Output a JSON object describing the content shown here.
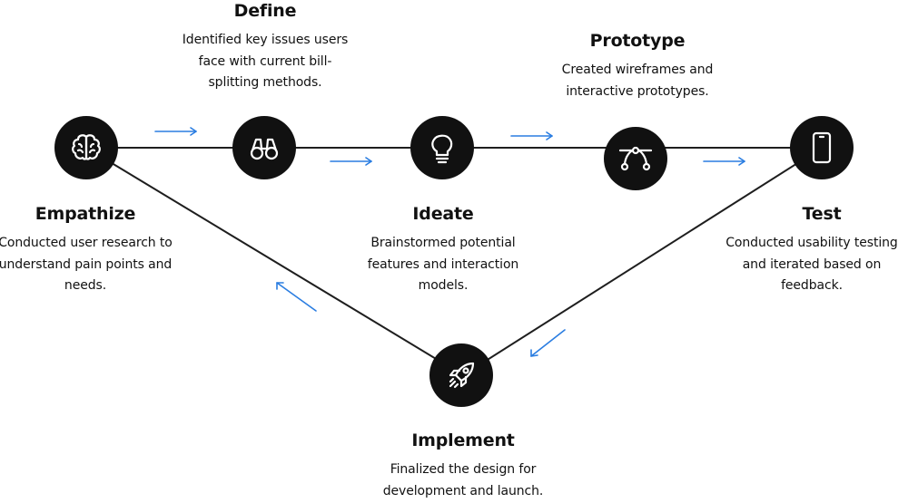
{
  "colors": {
    "node_fill": "#111111",
    "line": "#1e1e1e",
    "arrow": "#2a7de1",
    "text": "#111111"
  },
  "steps": {
    "empathize": {
      "title": "Empathize",
      "desc": [
        "Conducted user research to",
        "understand pain points and",
        "needs."
      ],
      "icon": "brain-icon"
    },
    "define": {
      "title": "Define",
      "desc": [
        "Identified key issues users",
        "face with current bill-",
        "splitting methods."
      ],
      "icon": "binoculars-icon"
    },
    "ideate": {
      "title": "Ideate",
      "desc": [
        "Brainstormed potential",
        "features and interaction",
        "models."
      ],
      "icon": "lightbulb-icon"
    },
    "prototype": {
      "title": "Prototype",
      "desc": [
        "Created wireframes and",
        "interactive prototypes."
      ],
      "icon": "bezier-pen-icon"
    },
    "test": {
      "title": "Test",
      "desc": [
        "Conducted usability testing",
        "and iterated based on",
        "feedback."
      ],
      "icon": "smartphone-icon"
    },
    "implement": {
      "title": "Implement",
      "desc": [
        "Finalized the design for",
        "development and launch."
      ],
      "icon": "rocket-icon"
    }
  }
}
